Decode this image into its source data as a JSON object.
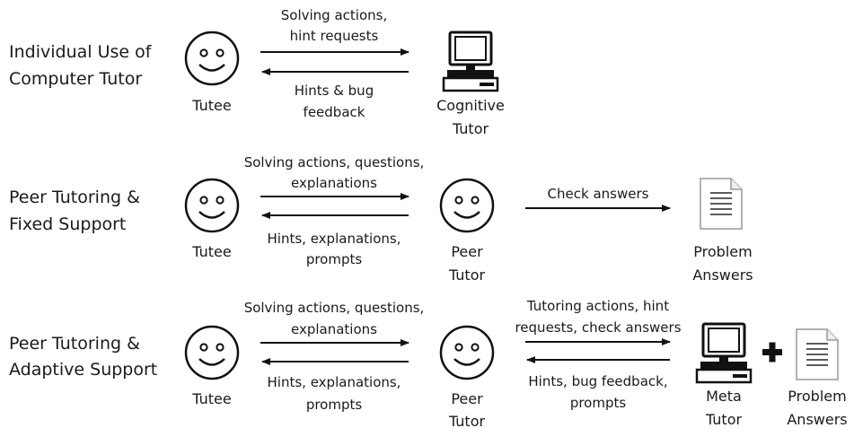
{
  "rows": [
    {
      "title": [
        "Individual Use of",
        "Computer Tutor"
      ],
      "tutee_label": "Tutee",
      "to_right": [
        "Solving actions,",
        "hint requests"
      ],
      "to_left": [
        "Hints & bug",
        "feedback"
      ],
      "tutor_label": [
        "Cognitive",
        "Tutor"
      ]
    },
    {
      "title": [
        "Peer Tutoring &",
        "Fixed Support"
      ],
      "tutee_label": "Tutee",
      "to_right": [
        "Solving actions, questions,",
        "explanations"
      ],
      "to_left": [
        "Hints, explanations,",
        "prompts"
      ],
      "peer_label": [
        "Peer",
        "Tutor"
      ],
      "check": "Check answers",
      "doc_label": [
        "Problem",
        "Answers"
      ]
    },
    {
      "title": [
        "Peer Tutoring &",
        "Adaptive Support"
      ],
      "tutee_label": "Tutee",
      "to_right": [
        "Solving actions, questions,",
        "explanations"
      ],
      "to_left": [
        "Hints, explanations,",
        "prompts"
      ],
      "peer_label": [
        "Peer",
        "Tutor"
      ],
      "to_right2": [
        "Tutoring actions, hint",
        "requests, check answers"
      ],
      "to_left2": [
        "Hints, bug feedback,",
        "prompts"
      ],
      "meta_label": [
        "Meta",
        "Tutor"
      ],
      "doc_label": [
        "Problem",
        "Answers"
      ]
    }
  ],
  "icons": [
    "smiley-face-icon",
    "computer-icon",
    "document-icon",
    "plus-icon"
  ]
}
